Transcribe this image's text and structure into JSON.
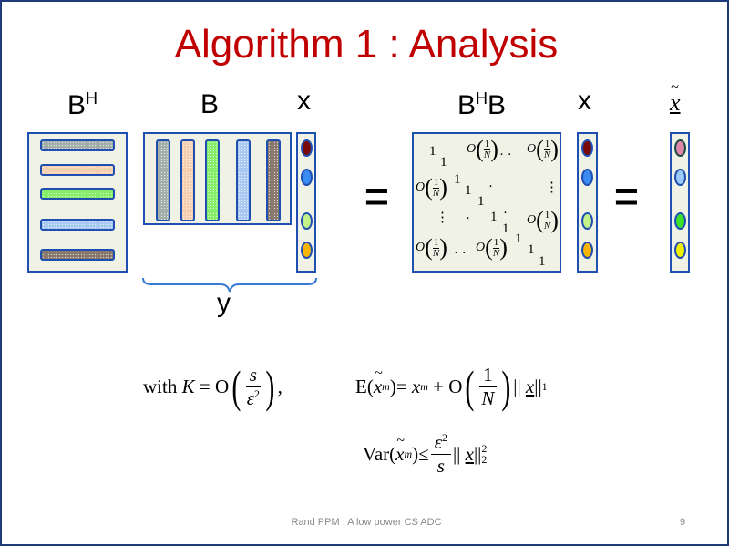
{
  "title": "Algorithm 1 : Analysis",
  "labels": {
    "bh_base": "B",
    "bh_sup": "H",
    "b": "B",
    "x1": "x",
    "bhb_base1": "B",
    "bhb_sup": "H",
    "bhb_base2": "B",
    "x2": "x",
    "xtilde": "x",
    "y": "y",
    "equals": "="
  },
  "colors": {
    "title": "#c00000",
    "border": "#1f4fb0",
    "box_fill": "#f0f2e6",
    "bars": [
      "#a3aeaa",
      "#f6cfb0",
      "#86ee6a",
      "#a9c9f2",
      "#8a7a6e"
    ],
    "x_ovals": [
      "#7a0a0a",
      "#3a8cf0",
      "#c4f28a",
      "#f7b500"
    ],
    "xtilde_ovals": [
      "#e086a6",
      "#9acaf5",
      "#3ae02a",
      "#f0f000"
    ]
  },
  "matrix": {
    "one": "1",
    "dots": "· ·",
    "vdots": "⋮",
    "ddot": "·",
    "o": "O",
    "frac_num": "1",
    "frac_den": "N"
  },
  "formulas": {
    "k_with": "with",
    "k_var": "K",
    "k_eq": "= O",
    "k_num": "s",
    "k_den": "ε",
    "k_den_sup": "2",
    "k_comma": ",",
    "e_fn": "E(",
    "e_x": "x",
    "e_sub": "m",
    "e_close": ")=",
    "e_xm": "x",
    "e_xm_sub": "m",
    "e_plus": "+ O",
    "e_num": "1",
    "e_den": "N",
    "e_norm_open": "||",
    "e_norm_x": "x",
    "e_norm_close": "||",
    "e_norm_sub": "1",
    "v_fn": "Var(",
    "v_x": "x",
    "v_sub": "m",
    "v_close": ")≤",
    "v_num": "ε",
    "v_num_sup": "2",
    "v_den": "s",
    "v_norm_open": "||",
    "v_norm_x": "x",
    "v_norm_close": "||",
    "v_norm_sup": "2",
    "v_norm_sub": "2"
  },
  "footer": {
    "text": "Rand PPM : A low power CS ADC",
    "page": "9"
  }
}
